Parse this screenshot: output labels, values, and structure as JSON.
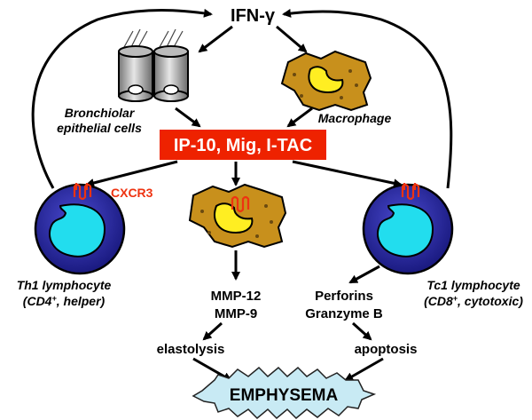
{
  "nodes": {
    "ifn": "IFN-γ",
    "bronchiolar_line1": "Bronchiolar",
    "bronchiolar_line2": "epithelial cells",
    "macrophage": "Macrophage",
    "chemokines": "IP-10, Mig, I-TAC",
    "receptor": "CXCR3",
    "th1_line1": "Th1 lymphocyte",
    "th1_line2_pre": "(CD4",
    "th1_sup": "+",
    "th1_line2_post": ", helper)",
    "tc1_line1": "Tc1 lymphocyte",
    "tc1_line2_pre": "(CD8",
    "tc1_sup": "+",
    "tc1_line2_post": ", cytotoxic)",
    "mmp12": "MMP-12",
    "mmp9": "MMP-9",
    "perforins": "Perforins",
    "granzyme": "Granzyme B",
    "elastolysis": "elastolysis",
    "apoptosis": "apoptosis",
    "emphysema": "EMPHYSEMA"
  },
  "colors": {
    "chemokine_box": "#ee2200",
    "receptor": "#ee3311",
    "macrophage_body": "#c8901c",
    "macrophage_nucleus": "#ffee22",
    "lymphocyte_outer": "#2a2a99",
    "lymphocyte_nucleus": "#22ddee",
    "emphysema_star": "#c8eaf4"
  }
}
